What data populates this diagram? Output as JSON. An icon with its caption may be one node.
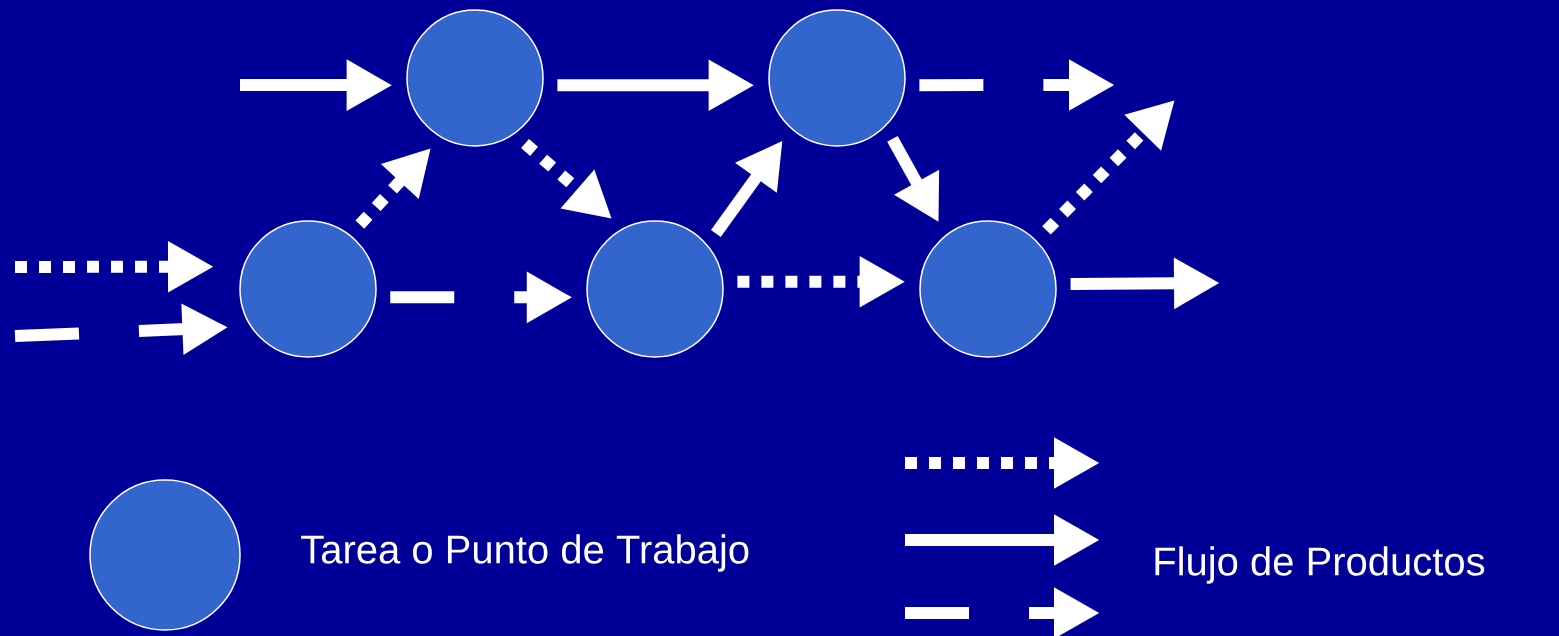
{
  "diagram": {
    "nodes": [
      {
        "text": [],
        "shape": "circle"
      },
      {
        "text": [],
        "shape": "circle"
      },
      {
        "text": [],
        "shape": "circle"
      },
      {
        "text": [],
        "shape": "circle"
      },
      {
        "text": [],
        "shape": "circle"
      }
    ],
    "edges": [
      {
        "from": null,
        "to": 0,
        "arrow": "to"
      },
      {
        "from": 0,
        "to": 1,
        "arrow": "to"
      },
      {
        "from": 1,
        "to": null,
        "arrow": "to",
        "style": "dashed"
      },
      {
        "from": 2,
        "to": 0,
        "arrow": "to",
        "style": "dashed"
      },
      {
        "from": 0,
        "to": 3,
        "arrow": "to",
        "style": "dashed"
      },
      {
        "from": 3,
        "to": 1,
        "arrow": "to"
      },
      {
        "from": 1,
        "to": 4,
        "arrow": "to"
      },
      {
        "from": 4,
        "to": null,
        "arrow": "to",
        "style": "dashed"
      },
      {
        "from": null,
        "to": 2,
        "arrow": "to",
        "style": "dashed"
      },
      {
        "from": null,
        "to": 2,
        "arrow": "to",
        "style": "dashed"
      },
      {
        "from": 2,
        "to": 3,
        "arrow": "to",
        "style": "dashed"
      },
      {
        "from": 3,
        "to": 4,
        "arrow": "to",
        "style": "dashed"
      },
      {
        "from": 4,
        "to": null,
        "arrow": "to"
      }
    ],
    "legend": [
      {
        "text": "Tarea o Punto de Trabajo"
      },
      {
        "text": "Flujo de Productos"
      }
    ]
  }
}
